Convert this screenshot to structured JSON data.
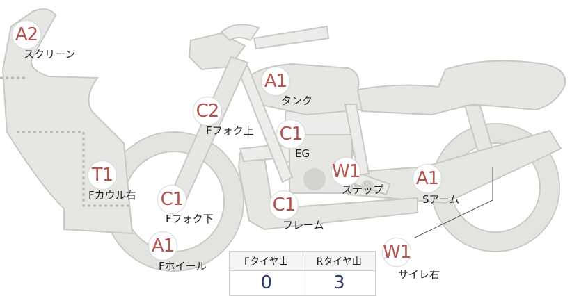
{
  "colors": {
    "grade_text": "#b5534f",
    "count_text": "#2c3e6b",
    "part_fill": "#e6e6e3",
    "part_stroke": "#c9c9c4"
  },
  "parts": {
    "screen": {
      "grade": "A2",
      "label": "スクリーン"
    },
    "tank": {
      "grade": "A1",
      "label": "タンク"
    },
    "front_fork_upper": {
      "grade": "C2",
      "label": "Fフォク上"
    },
    "engine": {
      "grade": "C1",
      "label": "EG"
    },
    "front_cowl_right": {
      "grade": "T1",
      "label": "Fカウル右"
    },
    "step": {
      "grade": "W1",
      "label": "ステップ"
    },
    "swing_arm": {
      "grade": "A1",
      "label": "Sアーム"
    },
    "front_fork_lower": {
      "grade": "C1",
      "label": "Fフォク下"
    },
    "frame": {
      "grade": "C1",
      "label": "フレーム"
    },
    "front_wheel": {
      "grade": "A1",
      "label": "Fホイール"
    },
    "silencer_right": {
      "grade": "W1",
      "label": "サイレ右"
    }
  },
  "tread_table": {
    "front_header": "Fタイヤ山",
    "rear_header": "Rタイヤ山",
    "front_value": "0",
    "rear_value": "3"
  }
}
